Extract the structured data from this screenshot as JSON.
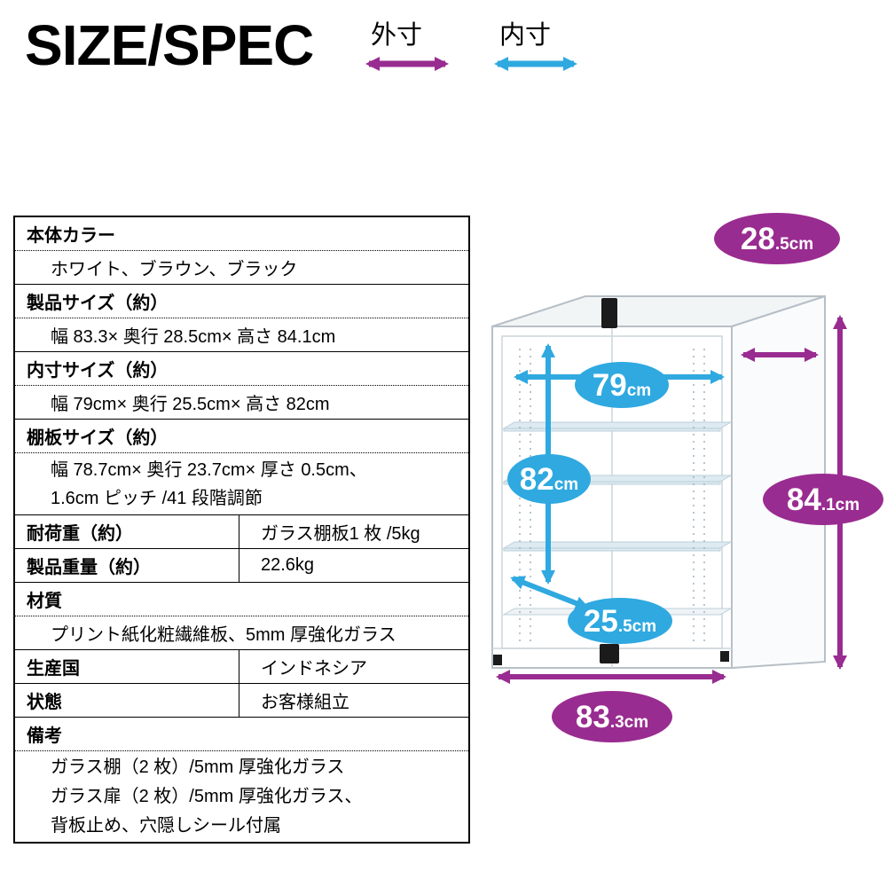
{
  "header": {
    "title": "SIZE/SPEC",
    "legend": {
      "outer_label": "外寸",
      "inner_label": "内寸"
    }
  },
  "colors": {
    "outer_accent": "#992c90",
    "inner_accent": "#2fa9e0"
  },
  "table": {
    "body_color": {
      "label": "本体カラー",
      "value": "ホワイト、ブラウン、ブラック"
    },
    "product_size": {
      "label": "製品サイズ（約）",
      "value": "幅 83.3× 奥行 28.5cm× 高さ 84.1cm"
    },
    "inner_size": {
      "label": "内寸サイズ（約）",
      "value": "幅 79cm× 奥行 25.5cm× 高さ 82cm"
    },
    "shelf_size": {
      "label": "棚板サイズ（約）",
      "value_line1": "幅 78.7cm× 奥行 23.7cm× 厚さ 0.5cm、",
      "value_line2": "1.6cm ピッチ /41 段階調節"
    },
    "load_capacity": {
      "label": "耐荷重（約）",
      "value": "ガラス棚板1 枚 /5kg"
    },
    "product_weight": {
      "label": "製品重量（約）",
      "value": "22.6kg"
    },
    "material": {
      "label": "材質",
      "value": "プリント紙化粧繊維板、5mm 厚強化ガラス"
    },
    "country": {
      "label": "生産国",
      "value": "インドネシア"
    },
    "assembly": {
      "label": "状態",
      "value": "お客様組立"
    },
    "remarks": {
      "label": "備考",
      "line1": "ガラス棚（2 枚）/5mm 厚強化ガラス",
      "line2": "ガラス扉（2 枚）/5mm 厚強化ガラス、",
      "line3": "背板止め、穴隠しシール付属"
    }
  },
  "diagram": {
    "outer_depth": {
      "num": "28",
      "unit": ".5cm"
    },
    "inner_width": {
      "num": "79",
      "unit": "cm"
    },
    "inner_height": {
      "num": "82",
      "unit": "cm"
    },
    "outer_height": {
      "num": "84",
      "unit": ".1cm"
    },
    "inner_depth": {
      "num": "25",
      "unit": ".5cm"
    },
    "outer_width": {
      "num": "83",
      "unit": ".3cm"
    }
  }
}
